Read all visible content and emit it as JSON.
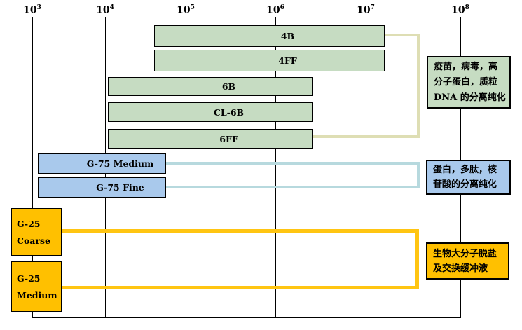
{
  "axis": {
    "ticks": [
      {
        "base": "10",
        "exp": "3"
      },
      {
        "base": "10",
        "exp": "4"
      },
      {
        "base": "10",
        "exp": "5"
      },
      {
        "base": "10",
        "exp": "6"
      },
      {
        "base": "10",
        "exp": "7"
      },
      {
        "base": "10",
        "exp": "8"
      }
    ]
  },
  "bars": [
    {
      "label": "4B"
    },
    {
      "label": "4FF"
    },
    {
      "label": "6B"
    },
    {
      "label": "CL-6B"
    },
    {
      "label": "6FF"
    },
    {
      "label": "G-75 Medium"
    },
    {
      "label": "G-75 Fine"
    },
    {
      "label_line1": "G-25",
      "label_line2": "Coarse"
    },
    {
      "label_line1": "G-25",
      "label_line2": "Medium"
    }
  ],
  "annotations": [
    {
      "lines": [
        "疫苗，病毒，高",
        "分子蛋白，质粒",
        "DNA 的分离纯化"
      ]
    },
    {
      "lines": [
        "蛋白，多肽，核",
        "苷酸的分离纯化"
      ]
    },
    {
      "lines": [
        "生物大分子脱盐",
        "及交换缓冲液"
      ]
    }
  ],
  "colors": {
    "bar_green": "#c6dcc2",
    "bar_blue": "#a9c9ec",
    "bar_yellow": "#ffc000",
    "bracket_khaki": "#dedeb4",
    "bracket_lightblue": "#b7d9de",
    "bracket_gold": "#ffc512",
    "axis": "#000000"
  },
  "chart_data": {
    "type": "bar",
    "subtype": "horizontal-log-range",
    "title": "",
    "x_scale": "log10",
    "x_ticks": [
      "10^3",
      "10^4",
      "10^5",
      "10^6",
      "10^7",
      "10^8"
    ],
    "x_range": [
      1000,
      100000000
    ],
    "grid": "vertical gridlines at each decade",
    "legend_position": "none",
    "series": [
      {
        "name": "4B",
        "range_estimate": [
          60000,
          20000000
        ],
        "group": "green"
      },
      {
        "name": "4FF",
        "range_estimate": [
          60000,
          20000000
        ],
        "group": "green"
      },
      {
        "name": "6B",
        "range_estimate": [
          10000,
          3000000
        ],
        "group": "green"
      },
      {
        "name": "CL-6B",
        "range_estimate": [
          10000,
          3000000
        ],
        "group": "green"
      },
      {
        "name": "6FF",
        "range_estimate": [
          10000,
          3000000
        ],
        "group": "green"
      },
      {
        "name": "G-75 Medium",
        "range_estimate": [
          1200,
          60000
        ],
        "group": "blue"
      },
      {
        "name": "G-75 Fine",
        "range_estimate": [
          1200,
          60000
        ],
        "group": "blue"
      },
      {
        "name": "G-25 Coarse",
        "range_estimate": [
          500,
          2500
        ],
        "group": "yellow"
      },
      {
        "name": "G-25 Medium",
        "range_estimate": [
          500,
          2500
        ],
        "group": "yellow"
      }
    ],
    "group_annotations": [
      {
        "group": "green",
        "color": "#c6dcc2",
        "text": "疫苗，病毒，高分子蛋白，质粒DNA 的分离纯化"
      },
      {
        "group": "blue",
        "color": "#a9c9ec",
        "text": "蛋白，多肽，核苷酸的分离纯化"
      },
      {
        "group": "yellow",
        "color": "#ffc000",
        "text": "生物大分子脱盐及交换缓冲液"
      }
    ]
  }
}
